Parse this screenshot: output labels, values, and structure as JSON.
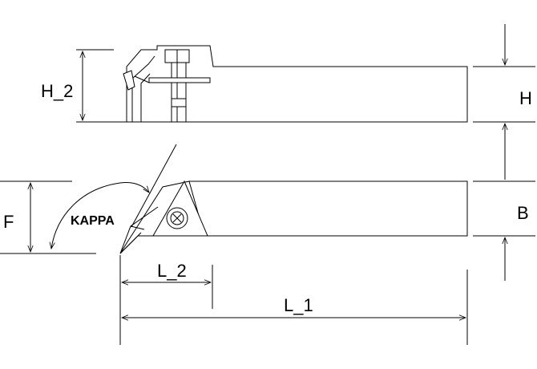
{
  "labels": {
    "h2": "H_2",
    "h": "H",
    "f": "F",
    "kappa": "KAPPA",
    "b": "B",
    "l2": "L_2",
    "l1": "L_1"
  },
  "colors": {
    "line": "#000000",
    "background": "#ffffff"
  }
}
